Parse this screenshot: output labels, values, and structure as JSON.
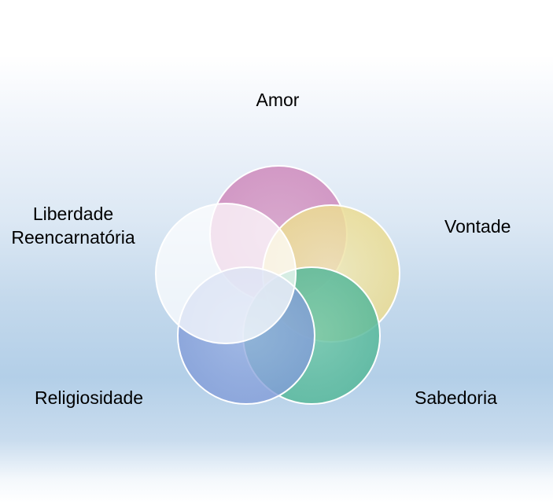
{
  "diagram": {
    "type": "venn-five-circles",
    "labels": {
      "amor": "Amor",
      "vontade": "Vontade",
      "liberdade_line1": "Liberdade",
      "liberdade_line2": "Reencarnatória",
      "sabedoria": "Sabedoria",
      "religiosidade": "Religiosidade"
    },
    "colors": {
      "amor": "#d59ec9",
      "vontade": "#efe5a8",
      "sabedoria": "#5fbf9f",
      "religiosidade": "#8ea7df",
      "liberdade": "#ffffff"
    }
  }
}
